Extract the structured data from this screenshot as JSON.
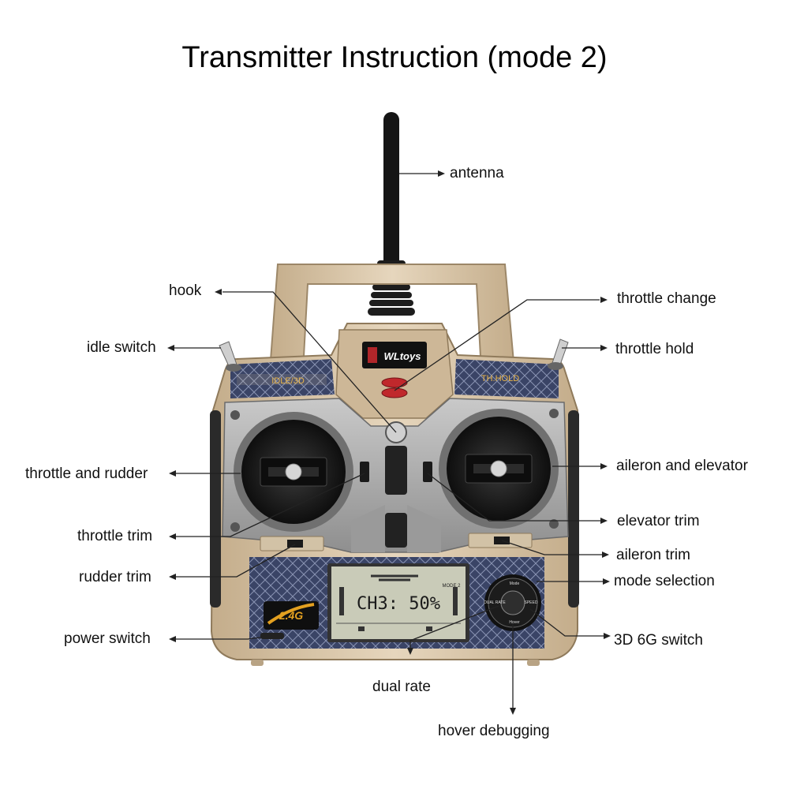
{
  "title": "Transmitter Instruction (mode 2)",
  "device": {
    "brand_logo": "WLtoys",
    "left_panel_label": "IDLE/3D",
    "right_panel_label": "TH.HOLD",
    "band_badge": "2.4G",
    "lcd": {
      "readout": "CH3: 50%",
      "mode_text": "MODE 2"
    },
    "mode_dial_text": [
      "Mode",
      "SPEED",
      "DUAL RATE",
      "Hover"
    ]
  },
  "labels": {
    "antenna": "antenna",
    "hook": "hook",
    "throttle_change": "throttle change",
    "idle_switch": "idle switch",
    "throttle_hold": "throttle hold",
    "throttle_and_rudder": "throttle and rudder",
    "aileron_and_elevator": "aileron and elevator",
    "throttle_trim": "throttle trim",
    "elevator_trim": "elevator trim",
    "rudder_trim": "rudder trim",
    "aileron_trim": "aileron trim",
    "mode_selection": "mode selection",
    "power_switch": "power switch",
    "switch_3d_6g": "3D 6G switch",
    "dual_rate": "dual rate",
    "hover_debugging": "hover debugging"
  },
  "colors": {
    "body": "#d9c6a8",
    "body_shadow": "#b89f7c",
    "panel_blue": "#3a4466",
    "metal": "#a8a8a8",
    "lcd": "#c9cbb8",
    "accent_red": "#c0282c",
    "stick_black": "#1a1a1a"
  }
}
